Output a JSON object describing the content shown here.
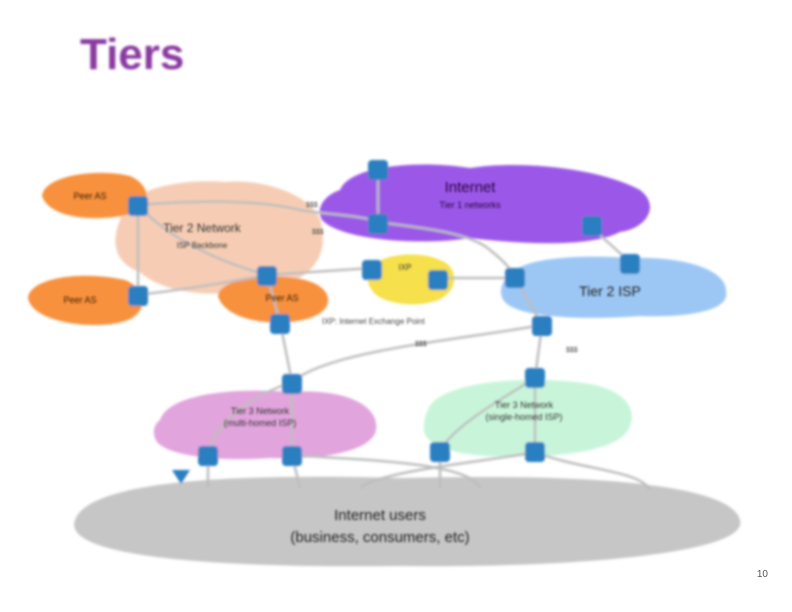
{
  "slide": {
    "title": "Tiers",
    "page_number": "10"
  },
  "clouds": {
    "internet": {
      "title": "Internet",
      "subtitle": "Tier 1 networks",
      "color": "#9b59e8"
    },
    "tier2_network": {
      "title": "Tier 2 Network",
      "subtitle": "ISP Backbone",
      "color": "#f6cdb4"
    },
    "tier2_isp": {
      "title": "Tier 2 ISP",
      "color": "#9cc7f5"
    },
    "ixp": {
      "title": "IXP",
      "subtitle": "",
      "color": "#f6e04b"
    },
    "tier3_multi": {
      "title": "Tier 3 Network",
      "subtitle": "(multi-homed ISP)",
      "color": "#e2a4dd"
    },
    "tier3_single": {
      "title": "Tier 3 Network",
      "subtitle": "(single-homed ISP)",
      "color": "#c8f5da"
    },
    "peer_a": {
      "title": "Peer AS",
      "color": "#f7913c"
    },
    "peer_b": {
      "title": "Peer AS",
      "color": "#f7913c"
    },
    "peer_c": {
      "title": "Peer AS",
      "color": "#f7913c"
    },
    "users": {
      "line1": "Internet users",
      "line2": "(business, consumers, etc)",
      "color": "#c6c6c6"
    }
  },
  "link_labels": {
    "top_a": "$$$",
    "top_b": "$$$",
    "ixp_note": "IXP: Internet Exchange Point",
    "mid_a": "$$$",
    "mid_b": "$$$"
  },
  "colors": {
    "router": "#2b7fc1",
    "link": "#bdbdbd",
    "title": "#8a3aa0"
  }
}
